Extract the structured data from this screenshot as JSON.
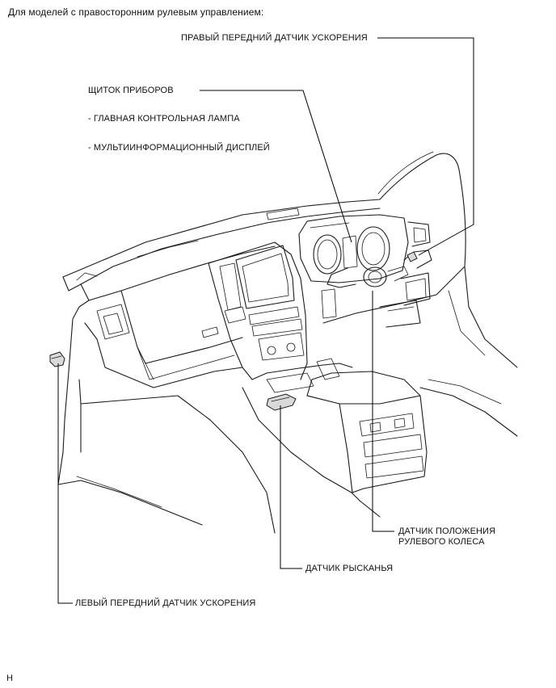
{
  "header_note": "Для моделей с правосторонним рулевым управлением:",
  "labels": {
    "right_front_sensor": "ПРАВЫЙ ПЕРЕДНИЙ ДАТЧИК УСКОРЕНИЯ",
    "instrument_cluster": "ЩИТОК ПРИБОРОВ",
    "cluster_item_1": "- ГЛАВНАЯ КОНТРОЛЬНАЯ ЛАМПА",
    "cluster_item_2": "- МУЛЬТИИНФОРМАЦИОННЫЙ ДИСПЛЕЙ",
    "steering_sensor_line1": "ДАТЧИК ПОЛОЖЕНИЯ",
    "steering_sensor_line2": "РУЛЕВОГО КОЛЕСА",
    "yaw_sensor": "ДАТЧИК РЫСКАНЬЯ",
    "left_front_sensor": "ЛЕВЫЙ ПЕРЕДНИЙ ДАТЧИК УСКОРЕНИЯ"
  },
  "figure_code": "H"
}
